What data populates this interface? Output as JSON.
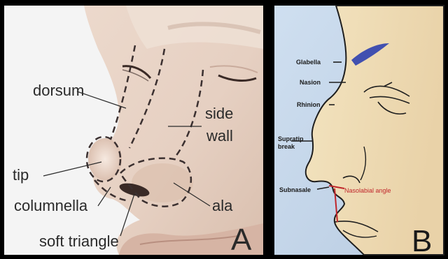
{
  "panel_a": {
    "letter": "A",
    "labels": {
      "dorsum": "dorsum",
      "side": "side",
      "wall": "wall",
      "tip": "tip",
      "columnella": "columnella",
      "ala": "ala",
      "soft_triangle": "soft triangle"
    }
  },
  "panel_b": {
    "letter": "B",
    "labels": {
      "glabella": "Glabella",
      "nasion": "Nasion",
      "rhinion": "Rhinion",
      "supratip_1": "Supratip",
      "supratip_2": "break",
      "subnasale": "Subnasale",
      "nasolabial_angle": "Nasolabial angle"
    }
  },
  "colors": {
    "frame": "#000000",
    "panel_b_bg": "#c7d9ea",
    "eyebrow": "#4150b0",
    "angle_line": "#c0262b"
  }
}
